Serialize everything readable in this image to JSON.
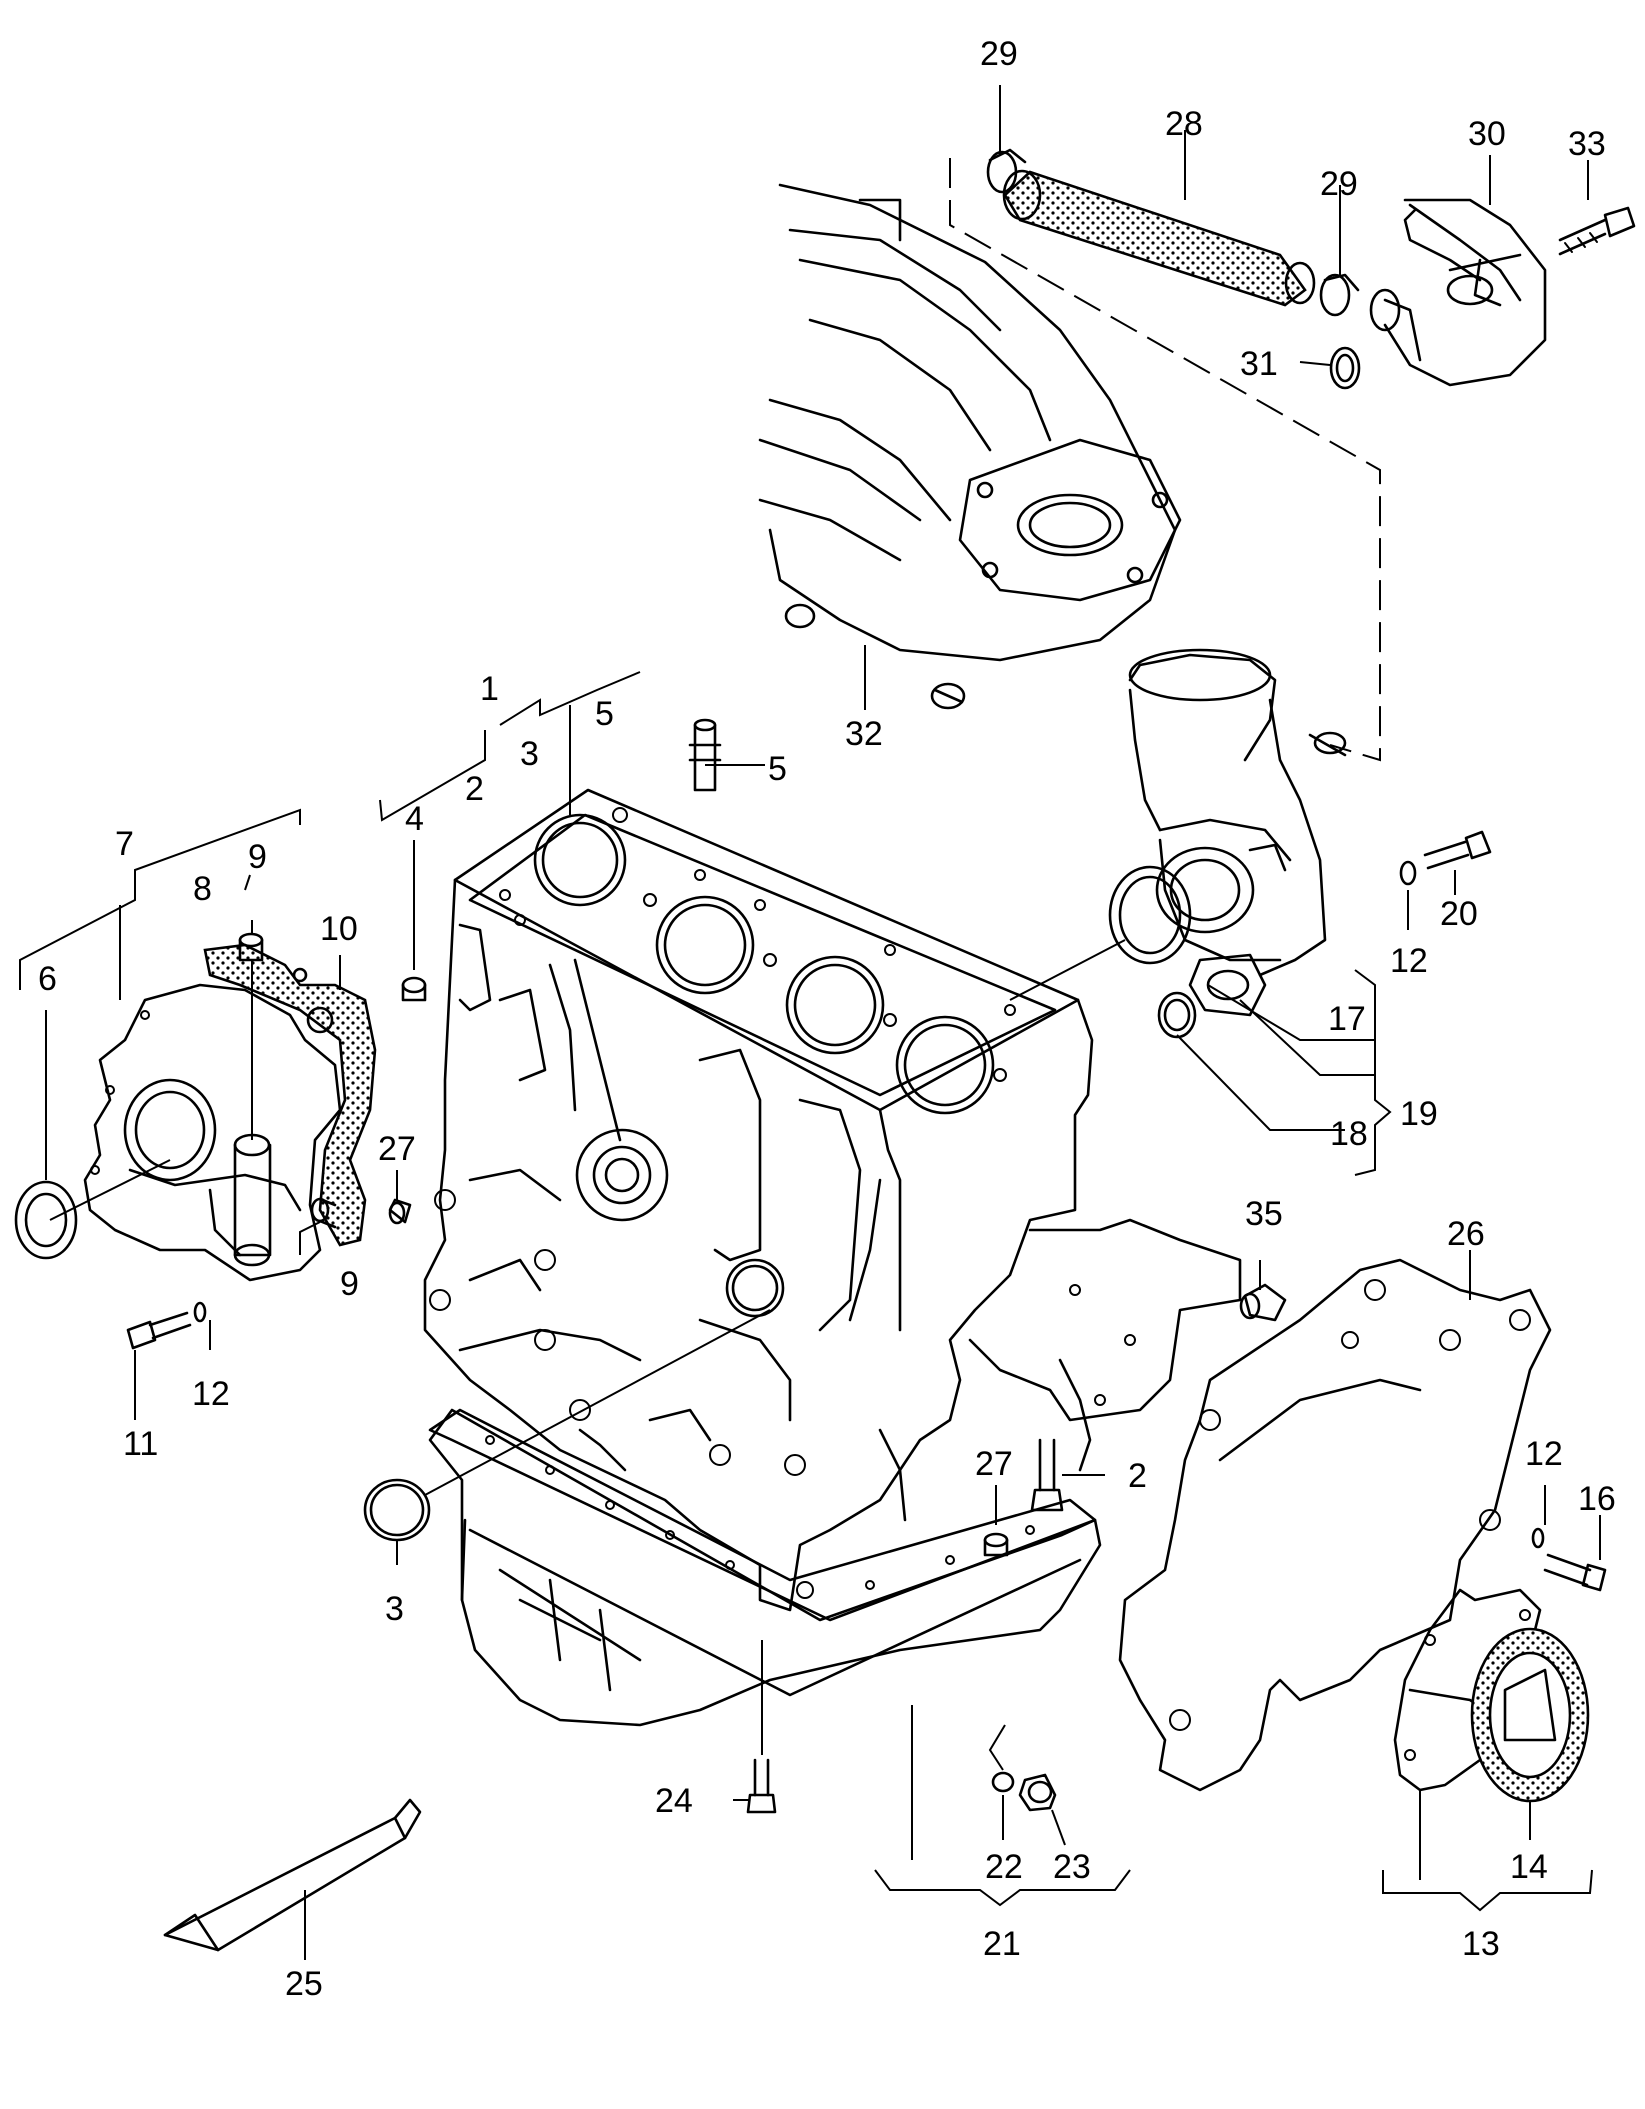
{
  "diagram": {
    "callouts": {
      "c1": "1",
      "c2a": "2",
      "c2b": "2",
      "c3a": "3",
      "c3b": "3",
      "c4": "4",
      "c5a": "5",
      "c5b": "5",
      "c6": "6",
      "c7": "7",
      "c8": "8",
      "c9a": "9",
      "c9b": "9",
      "c10": "10",
      "c11": "11",
      "c12a": "12",
      "c12b": "12",
      "c12c": "12",
      "c13": "13",
      "c14": "14",
      "c16": "16",
      "c17": "17",
      "c18": "18",
      "c19": "19",
      "c20": "20",
      "c21": "21",
      "c22": "22",
      "c23": "23",
      "c24": "24",
      "c25": "25",
      "c26": "26",
      "c27a": "27",
      "c27b": "27",
      "c28": "28",
      "c29a": "29",
      "c29b": "29",
      "c30": "30",
      "c31": "31",
      "c32": "32",
      "c33": "33",
      "c35": "35"
    }
  }
}
